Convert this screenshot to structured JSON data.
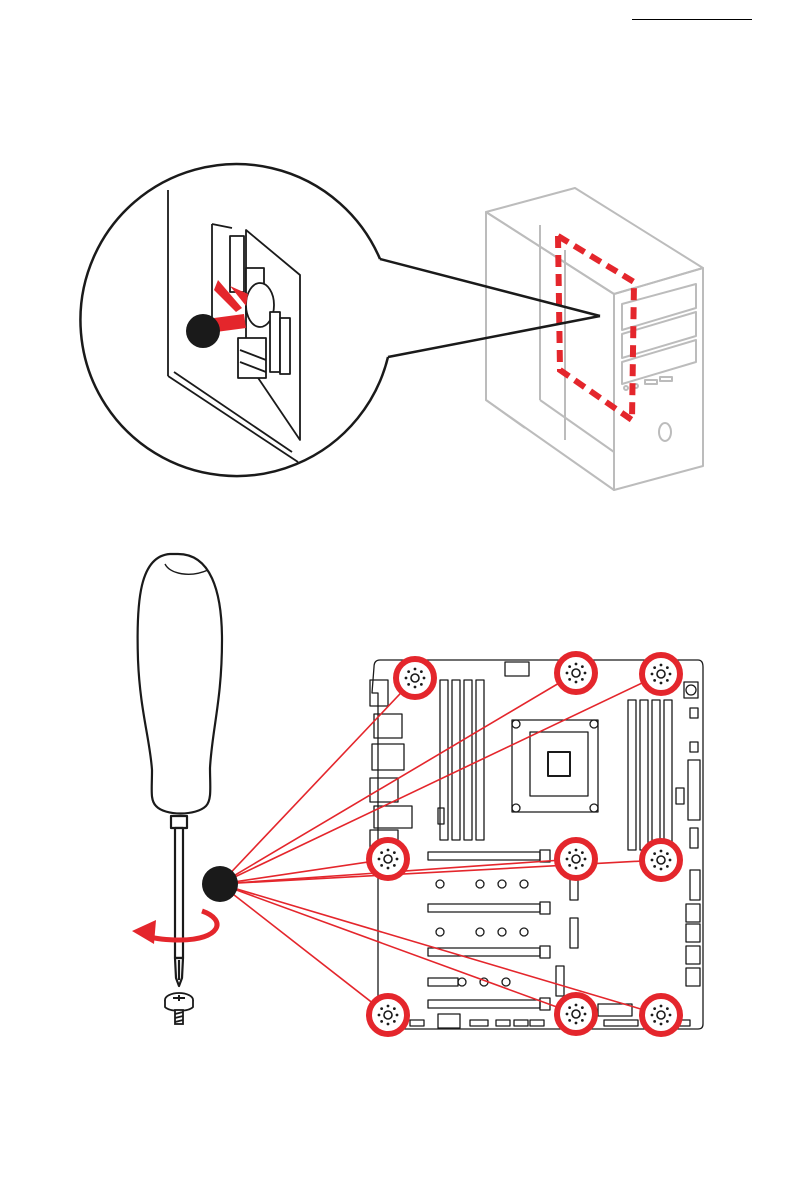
{
  "page": {
    "step_markers": [
      "",
      ""
    ]
  },
  "figure_1": {
    "subject": "io-shield-install",
    "icons": [
      "magnifier-callout-icon",
      "io-shield-icon",
      "pc-case-icon",
      "push-arrow-icon"
    ],
    "colors": {
      "outline": "#1a1a1a",
      "highlight": "#e4262c",
      "case_stroke": "#bcbcbc",
      "marker": "#1a1a1a"
    }
  },
  "figure_2": {
    "subject": "motherboard-screw-install",
    "screw_hole_count": 9,
    "icons": [
      "screwdriver-icon",
      "screw-icon",
      "rotate-arrow-icon",
      "motherboard-icon",
      "screw-hole-icon"
    ],
    "colors": {
      "outline": "#1a1a1a",
      "highlight": "#e4262c",
      "marker": "#1a1a1a"
    }
  }
}
